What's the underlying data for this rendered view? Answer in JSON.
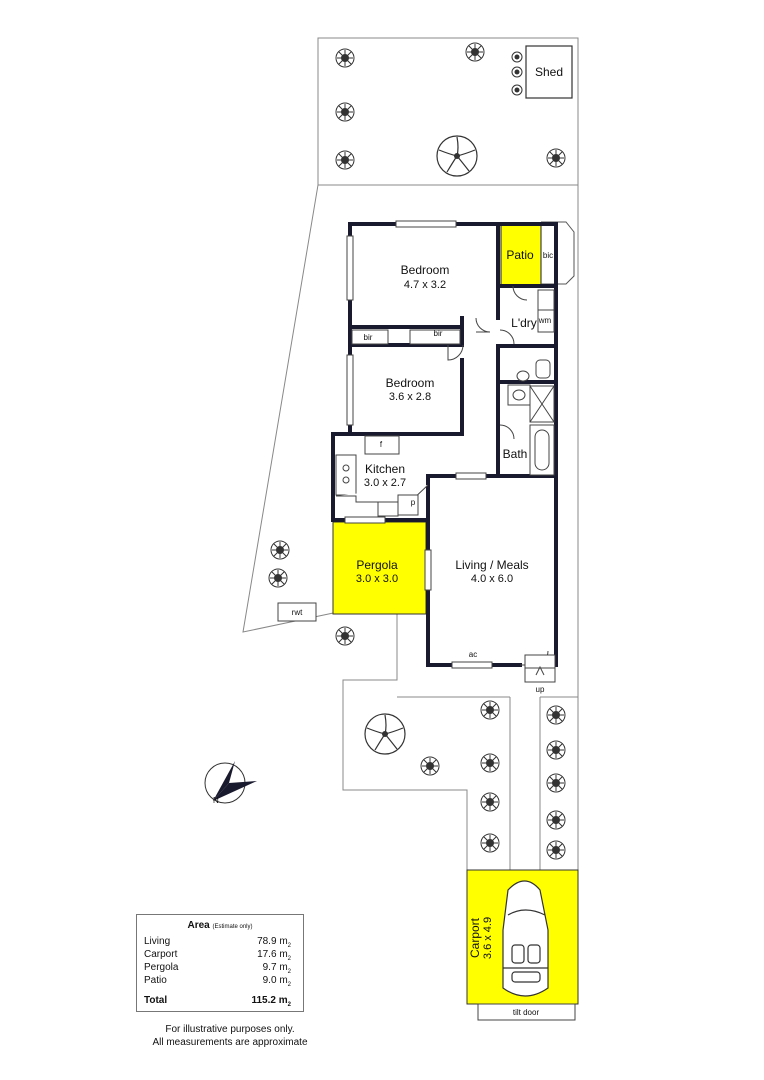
{
  "rooms": {
    "shed": {
      "name": "Shed"
    },
    "bedroom1": {
      "name": "Bedroom",
      "dims": "4.7 x 3.2"
    },
    "patio": {
      "name": "Patio"
    },
    "bic": {
      "name": "bic"
    },
    "laundry": {
      "name": "L'dry"
    },
    "wm": {
      "name": "wm"
    },
    "bir1": {
      "name": "bir"
    },
    "bir2": {
      "name": "bir"
    },
    "bedroom2": {
      "name": "Bedroom",
      "dims": "3.6 x 2.8"
    },
    "bath": {
      "name": "Bath"
    },
    "kitchen": {
      "name": "Kitchen",
      "dims": "3.0 x 2.7"
    },
    "fridge": {
      "name": "f"
    },
    "pantry": {
      "name": "p"
    },
    "pergola": {
      "name": "Pergola",
      "dims": "3.0 x 3.0"
    },
    "living": {
      "name": "Living / Meals",
      "dims": "4.0 x 6.0"
    },
    "ac": {
      "name": "ac"
    },
    "up": {
      "name": "up"
    },
    "rwt": {
      "name": "rwt"
    },
    "carport": {
      "name": "Carport",
      "dims": "3.6 x 4.9"
    },
    "tiltdoor": {
      "name": "tilt door"
    }
  },
  "area_table": {
    "title": "Area",
    "subtitle": "(Estimate only)",
    "unit": "m",
    "unit_sub": "2",
    "rows": [
      {
        "label": "Living",
        "value": "78.9"
      },
      {
        "label": "Carport",
        "value": "17.6"
      },
      {
        "label": "Pergola",
        "value": "9.7"
      },
      {
        "label": "Patio",
        "value": "9.0"
      }
    ],
    "total": {
      "label": "Total",
      "value": "115.2"
    }
  },
  "footer": {
    "line1": "For illustrative purposes only.",
    "line2": "All measurements are approximate"
  },
  "compass": {
    "label": "N"
  },
  "colors": {
    "highlight": "#ffff00",
    "wall": "#1a1a2e",
    "boundary": "#888888"
  }
}
